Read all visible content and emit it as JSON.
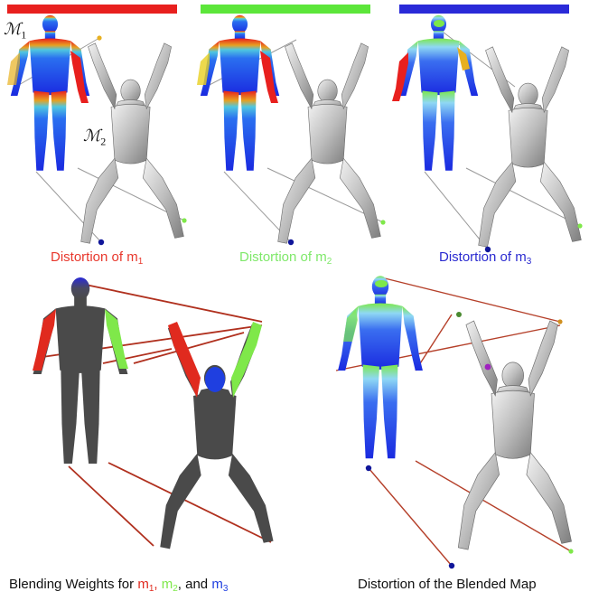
{
  "color_bars": [
    {
      "color": "#e8201e"
    },
    {
      "color": "#5ce63a"
    },
    {
      "color": "#2a2ad8"
    }
  ],
  "labels": {
    "m1_script": "ℳ",
    "m1_sub": "1",
    "m2_script": "ℳ",
    "m2_sub": "2"
  },
  "captions": {
    "distortion_m1": {
      "text": "Distortion of m",
      "sub": "1",
      "color": "#e8372c"
    },
    "distortion_m2": {
      "text": "Distortion of m",
      "sub": "2",
      "color": "#7fe86a"
    },
    "distortion_m3": {
      "text": "Distortion of m",
      "sub": "3",
      "color": "#2b2bd0"
    },
    "blending": {
      "prefix": "Blending Weights for ",
      "m1": "m",
      "m1_sub": "1",
      "comma1": ",",
      "m2": "m",
      "m2_sub": "2",
      "and": ", and ",
      "m3": "m",
      "m3_sub": "3"
    },
    "blended": {
      "text": "Distortion of the Blended Map"
    }
  },
  "colors": {
    "red": "#e02a1e",
    "green": "#7fe84a",
    "blue": "#1f3fe0",
    "dark_blue": "#10169a",
    "grey_body": "#4a4a4a",
    "correspondence_line": "#9a9a9a",
    "weight_line": "#b0301e",
    "blended_line": "#b5402a"
  }
}
